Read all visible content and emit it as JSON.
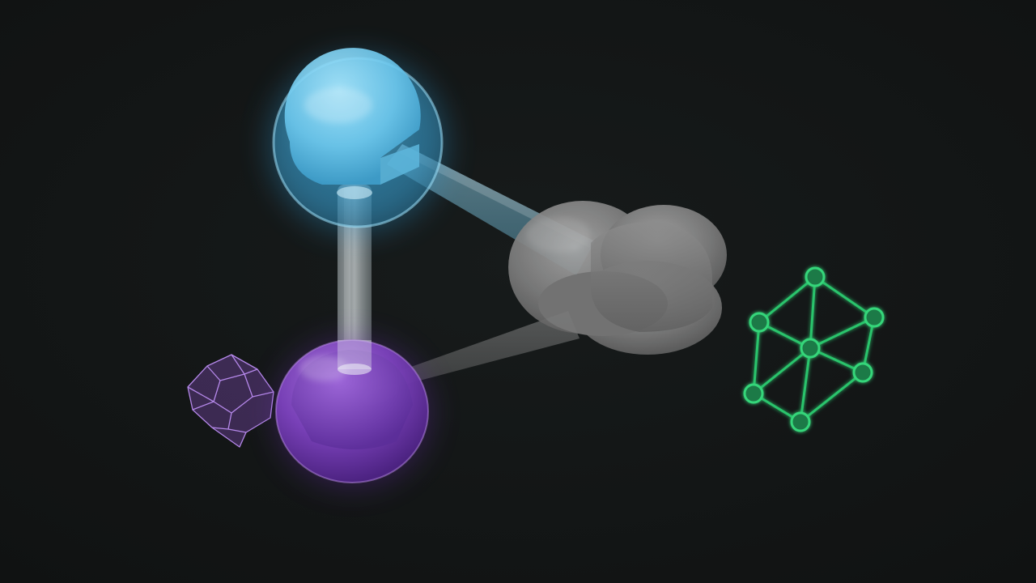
{
  "scene": {
    "background": "#141717",
    "colors": {
      "cyan_node": "#63c8f0",
      "cyan_glow": "#3aa8e0",
      "violet_node": "#8c55c8",
      "gray_node": "#8e8e8e",
      "connector": "#cfd8dc",
      "mesh_violet": "#a070d8",
      "graph_green": "#2ecc71"
    },
    "objects": [
      "cyan-sphere-node",
      "gray-cloud-node",
      "violet-sphere-node",
      "connector-rods",
      "violet-polyhedron-mesh",
      "green-network-graph-icon"
    ]
  }
}
